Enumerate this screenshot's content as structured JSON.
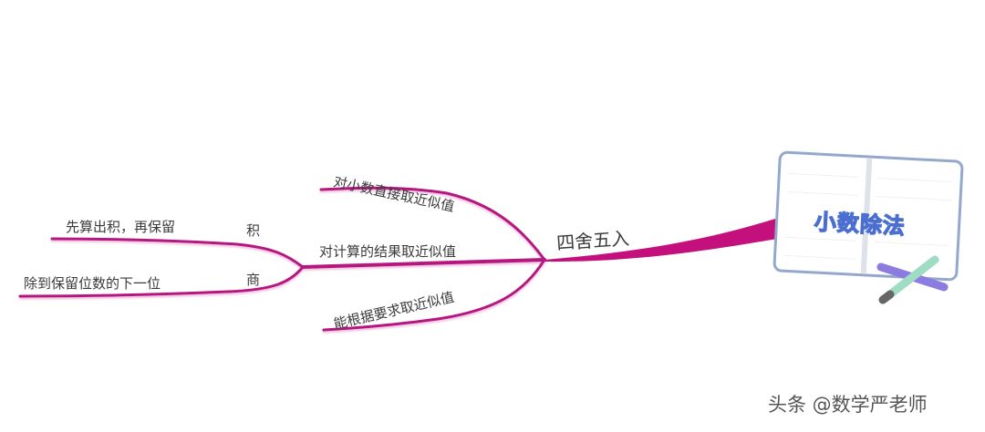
{
  "central_topic": "小数除法",
  "main_branch": "四舍五入",
  "branches": [
    {
      "label": "对小数直接取近似值"
    },
    {
      "label": "对计算的结果取近似值",
      "children": [
        {
          "label": "积",
          "detail": "先算出积，再保留"
        },
        {
          "label": "商",
          "detail": "除到保留位数的下一位"
        }
      ]
    },
    {
      "label": "能根据要求取近似值"
    }
  ],
  "watermark": "头条 @数学严老师",
  "colors": {
    "branch": "#b5157f",
    "book_border": "#8fa3c8",
    "title_outline": "#4a6fd0"
  }
}
